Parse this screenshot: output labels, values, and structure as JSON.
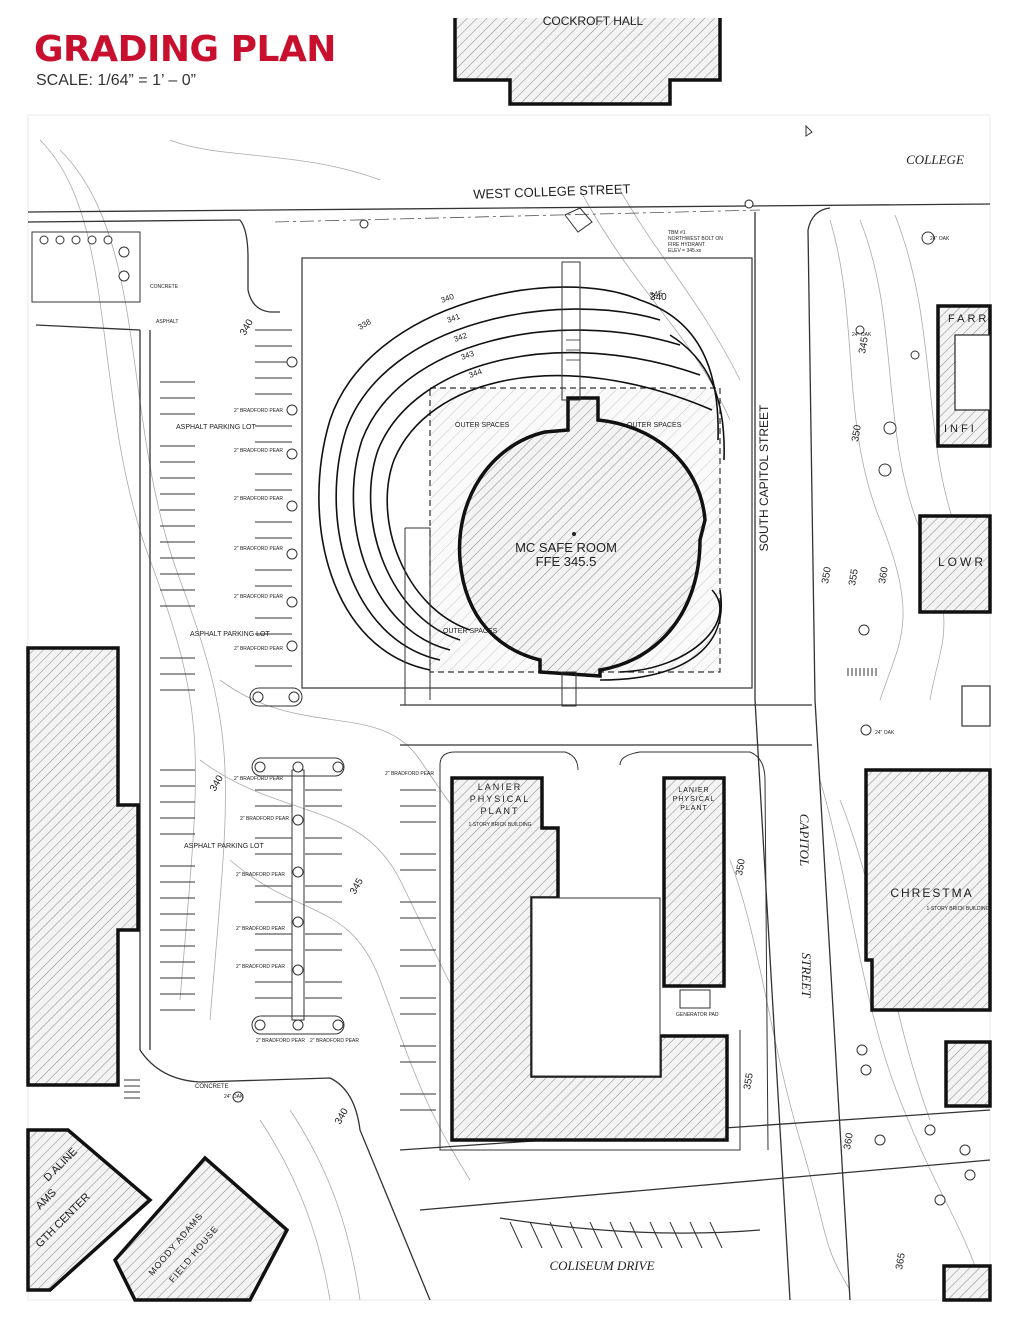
{
  "header": {
    "title": "GRADING PLAN",
    "scale": "SCALE: 1/64” = 1’ – 0”"
  },
  "plan": {
    "streets": {
      "west_college": "WEST COLLEGE STREET",
      "college": "COLLEGE",
      "south_capitol": "SOUTH CAPITOL STREET",
      "capitol": "CAPITOL",
      "street": "STREET",
      "coliseum": "COLISEUM DRIVE"
    },
    "buildings": {
      "cockroft": "COCKROFT HALL",
      "safe_room": "MC SAFE ROOM",
      "ffe": "FFE 345.5",
      "lanier_1": "LANIER",
      "lanier_2": "PHYSICAL",
      "lanier_3": "PLANT",
      "lanier_note": "1-STORY BRICK BUILDING",
      "chrestman": "CHRESTMA",
      "chrestman_note": "1-STORY BRICK BUILDING",
      "lowrey": "LOWR",
      "infirmary": "INFI",
      "farr": "FARR",
      "moody_adams": "MOODY ADAMS",
      "field_house": "FIELD HOUSE",
      "strength_center_1": "D ALINE",
      "strength_center_2": "AMS",
      "strength_center_3": "GTH CENTER"
    },
    "areas": {
      "outer_spaces": "OUTER SPACES",
      "asphalt_parking_lot": "ASPHALT PARKING LOT",
      "generator_pad": "GENERATOR PAD",
      "concrete": "CONCRETE",
      "asphalt": "ASPHALT"
    },
    "trees": {
      "bradford_pear": "2\" BRADFORD PEAR",
      "oak": "24\" OAK"
    },
    "contours": [
      "340",
      "345",
      "350",
      "355",
      "360",
      "365"
    ],
    "berm_contours": [
      "338",
      "340",
      "341",
      "342",
      "343",
      "344",
      "345"
    ],
    "hydrant_note": {
      "line1": "TBM #1",
      "line2": "NORTHWEST BOLT ON",
      "line3": "FIRE HYDRANT",
      "line4": "ELEV = 345.xx"
    }
  }
}
